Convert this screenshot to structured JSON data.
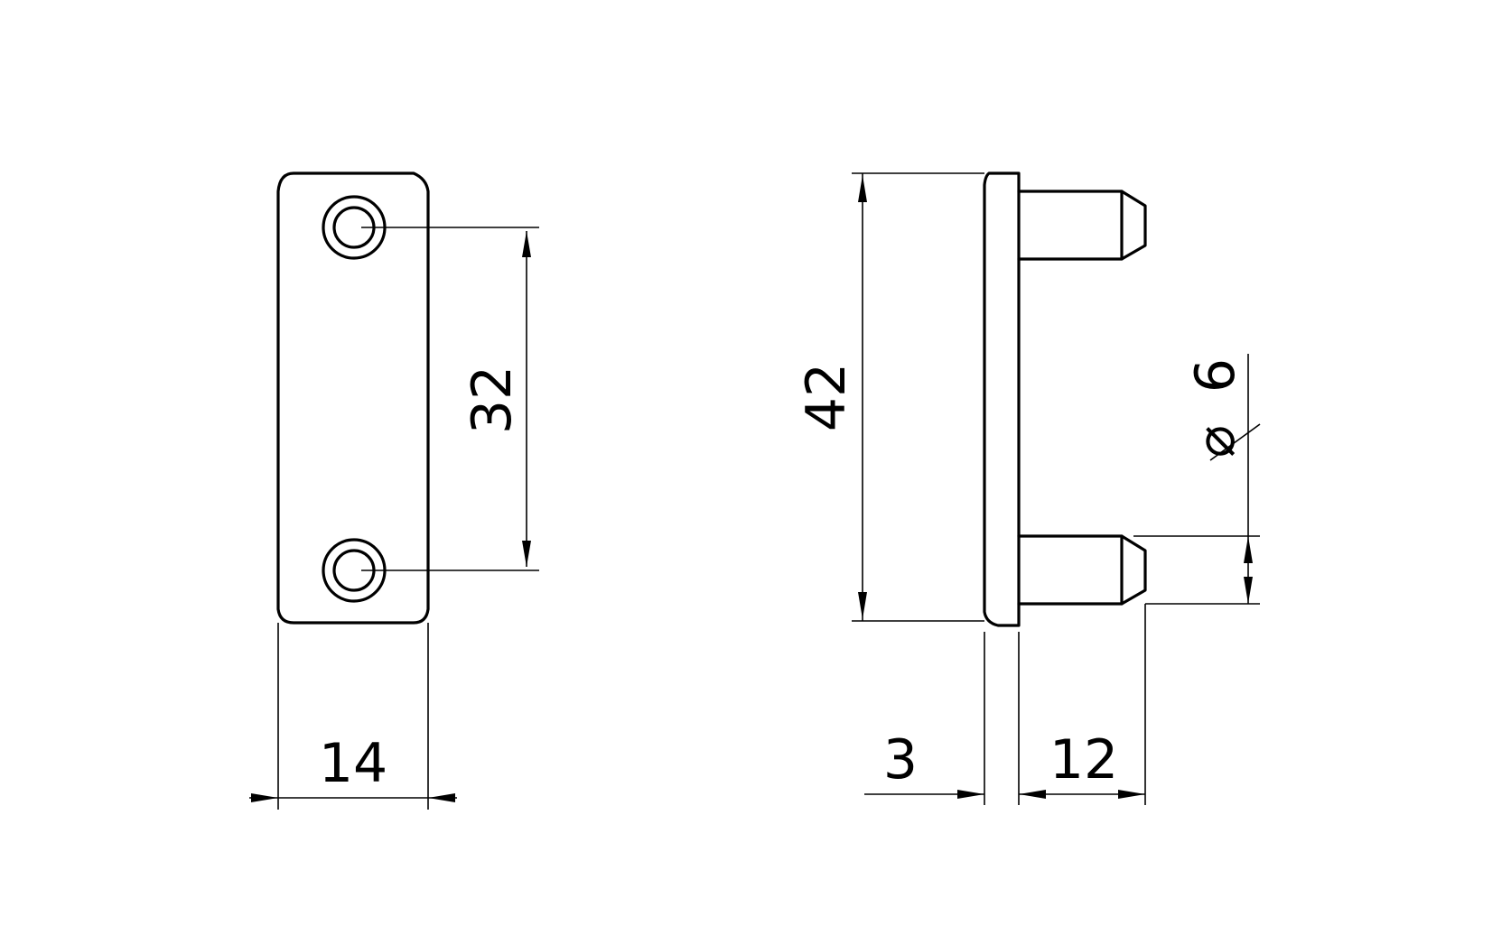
{
  "dimensions": {
    "width": "14",
    "hole_spacing": "32",
    "height": "42",
    "plate_thickness": "3",
    "pin_length": "12",
    "pin_diameter": "6",
    "diameter_symbol": "⌀"
  },
  "colors": {
    "line": "#000000",
    "background": "#ffffff"
  }
}
